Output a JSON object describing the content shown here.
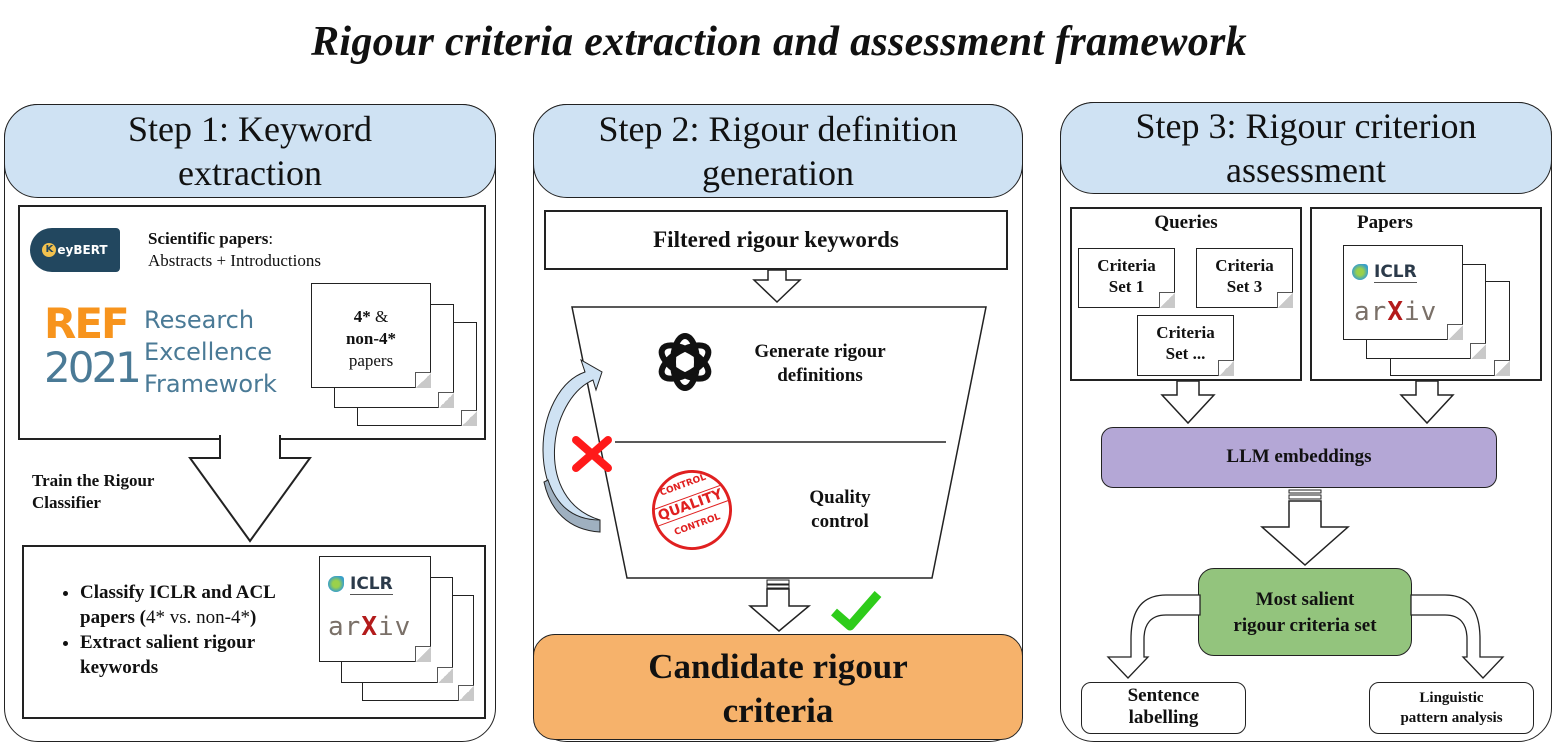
{
  "title": "Rigour criteria extraction and assessment framework",
  "step1": {
    "header_line1": "Step 1: Keyword",
    "header_line2": "extraction",
    "keybert_logo": "KeyBERT",
    "keybert_logo_k": "K",
    "keybert_logo_rest": "eyBERT",
    "sci_papers_bold": "Scientific papers",
    "sci_papers_colon": ":",
    "sci_papers_sub": "Abstracts + Introductions",
    "ref_logo": {
      "ref": "REF",
      "year": "2021",
      "line1": "Research",
      "line2": "Excellence",
      "line3": "Framework"
    },
    "doc_stack": {
      "line1_bold": "4*",
      "line1_rest": " &",
      "line2": "non-4*",
      "line3": "papers"
    },
    "arrow_label_line1": "Train the Rigour",
    "arrow_label_line2": "Classifier",
    "bullets": [
      {
        "bold": "Classify ICLR and ACL papers (",
        "rest": "4* vs. non-4*",
        "tail": ")"
      },
      {
        "bold": "Extract salient rigour keywords",
        "rest": "",
        "tail": ""
      }
    ],
    "iclr_logo": "ICLR",
    "arxiv_logo": "arXiv"
  },
  "step2": {
    "header_line1": "Step 2: Rigour definition",
    "header_line2": "generation",
    "filtered_keywords": "Filtered rigour keywords",
    "generate_line1": "Generate rigour",
    "generate_line2": "definitions",
    "quality_line1": "Quality",
    "quality_line2": "control",
    "stamp_top": "CONTROL",
    "stamp_mid": "QUALITY",
    "stamp_bottom": "CONTROL",
    "candidate_line1": "Candidate rigour",
    "candidate_line2": "criteria",
    "reject_icon_color": "#ff1a1a",
    "accept_icon_color": "#2ecc1a"
  },
  "step3": {
    "header_line1": "Step 3: Rigour criterion",
    "header_line2": "assessment",
    "queries_label": "Queries",
    "papers_label": "Papers",
    "criteria_sets": [
      {
        "line1": "Criteria",
        "line2": "Set 1"
      },
      {
        "line1": "Criteria",
        "line2": "Set 3"
      },
      {
        "line1": "Criteria",
        "line2": "Set ..."
      }
    ],
    "iclr_logo": "ICLR",
    "arxiv_logo": "arXiv",
    "llm_embeddings": "LLM embeddings",
    "salient_line1": "Most salient",
    "salient_line2": "rigour criteria set",
    "sentence_line1": "Sentence",
    "sentence_line2": "labelling",
    "linguistic_line1": "Linguistic",
    "linguistic_line2": "pattern analysis"
  },
  "colors": {
    "step_header": "#cfe2f3",
    "candidate": "#f6b26b",
    "llm": "#b4a7d6",
    "salient": "#93c47d",
    "ref_orange": "#f7941d",
    "ref_blue": "#4a7a96",
    "keybert_bg": "#22475f"
  }
}
